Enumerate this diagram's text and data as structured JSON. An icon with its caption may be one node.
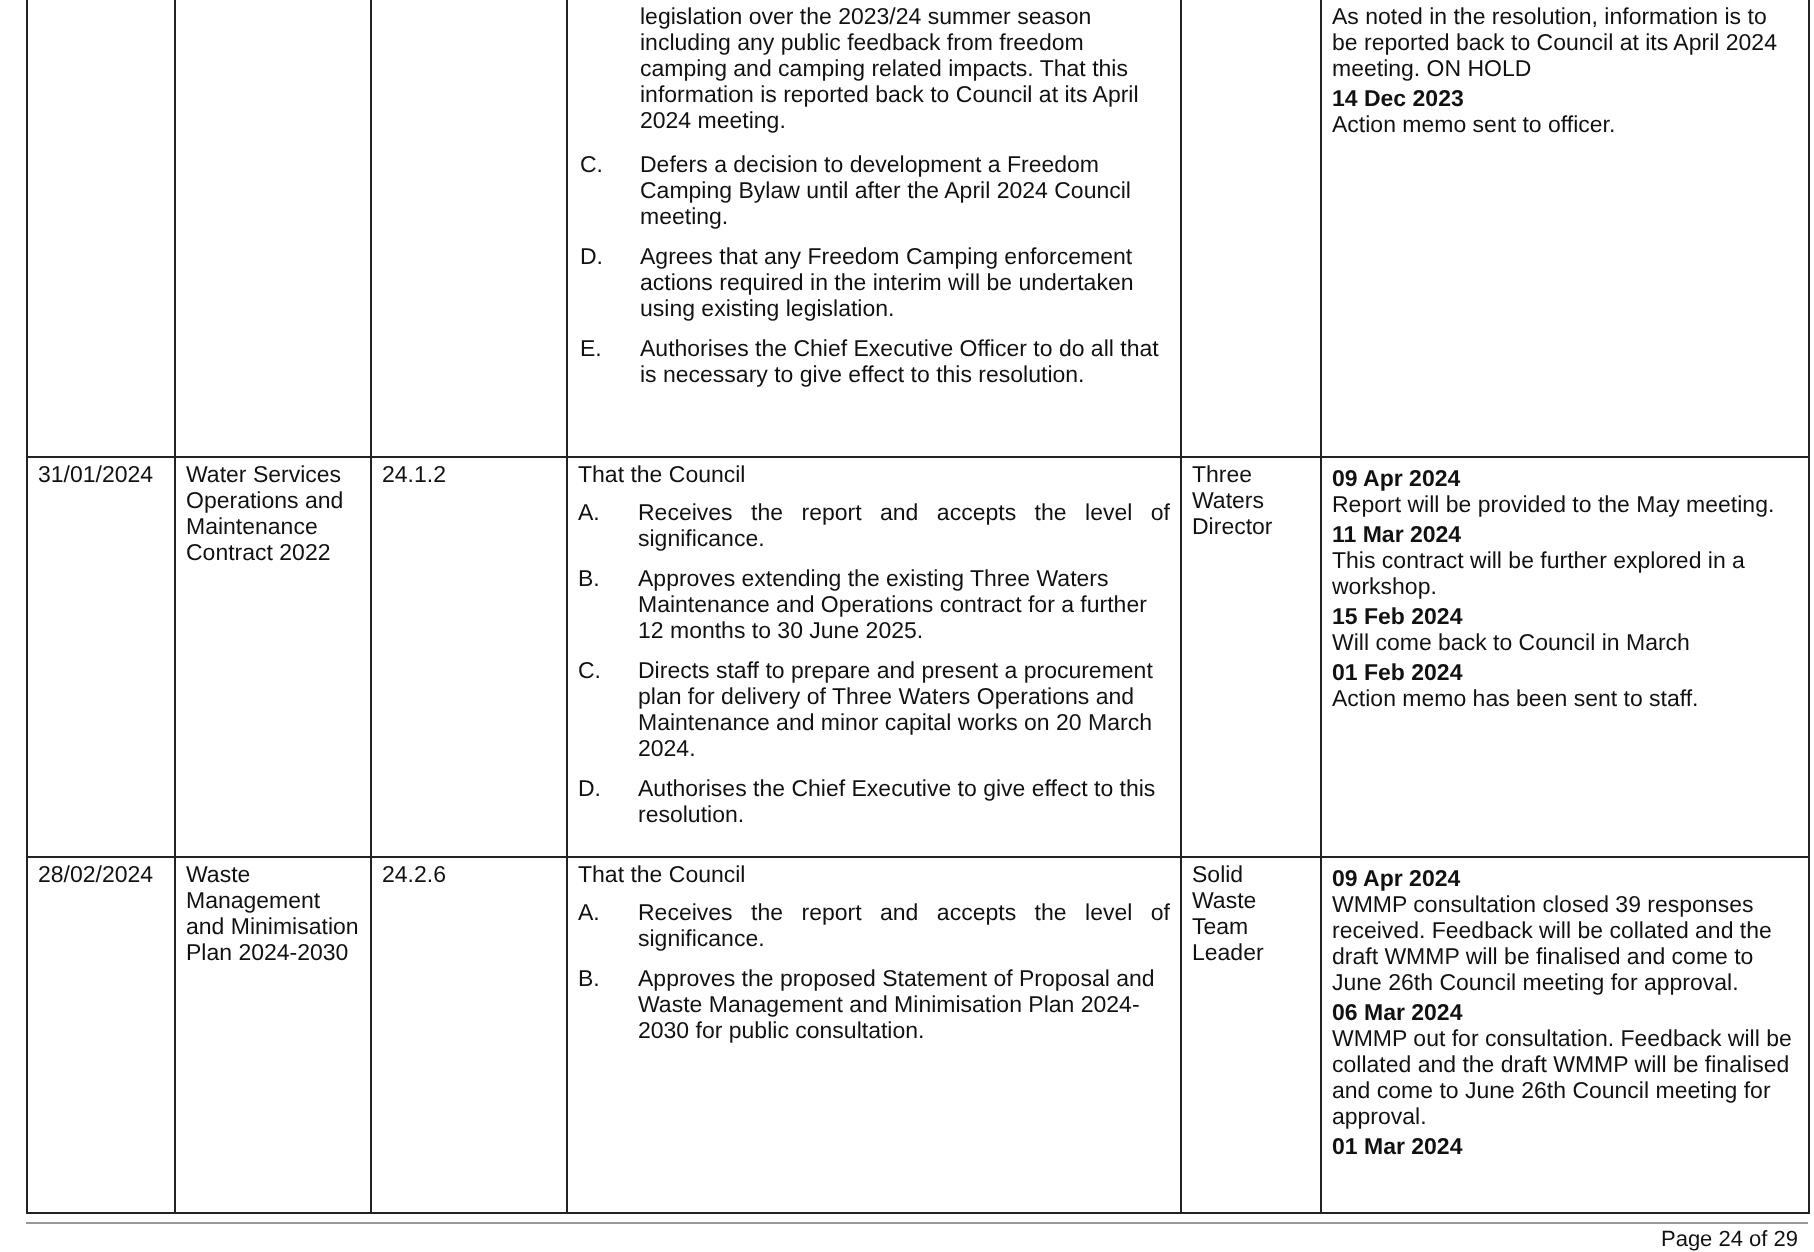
{
  "diagram": {
    "labels": [
      "legislation over the 2023/24 summer season including any public feedback from freedom camping and camping related impacts. That this information is reported back to Council at its April 2024 meeting.",
      "C.",
      "Defers a decision to development a Freedom Camping Bylaw until after the April 2024 Council meeting.",
      "D.",
      "Agrees that any Freedom Camping enforcement actions required in the interim will be undertaken using existing legislation.",
      "E.",
      "Authorises the Chief Executive Officer to do all that is necessary to give effect to this resolution.",
      "As noted in the resolution, information is to be reported back to Council at its April 2024 meeting. ON HOLD",
      "14 Dec 2023",
      "Action memo sent to officer.",
      "31/01/2024",
      "Water Services Operations and Maintenance Contract 2022",
      "24.1.2",
      "That the Council",
      "A.",
      "Receives the report and accepts the level of significance.",
      "B.",
      "Approves extending the existing Three Waters Maintenance and Operations contract for a further 12 months to 30 June 2025.",
      "C.",
      "Directs staff to prepare and present a procurement plan for delivery of Three Waters Operations and Maintenance and minor capital works on 20 March 2024.",
      "D.",
      "Authorises the Chief Executive to give effect to this resolution.",
      "Three Waters Director",
      "09 Apr 2024",
      "Report will be provided to the May meeting.",
      "11 Mar 2024",
      "This contract will be further explored in a workshop.",
      "15 Feb 2024",
      "Will come back to Council in March",
      "01 Feb 2024",
      "Action memo has been sent to staff.",
      "28/02/2024",
      "Waste Management and Minimisation Plan 2024-2030",
      "24.2.6",
      "That the Council",
      "A.",
      "Receives the report and accepts the level of significance.",
      "B.",
      "Approves the proposed Statement of Proposal and Waste Management and Minimisation Plan 2024-2030 for public consultation.",
      "Solid Waste Team Leader",
      "09 Apr 2024",
      "WMMP consultation closed 39 responses received. Feedback will be collated and the draft WMMP will be finalised and come to June 26th Council meeting for approval.",
      "06 Mar 2024",
      "WMMP out for consultation. Feedback will be collated and the draft WMMP will be finalised and come to June 26th Council meeting for approval.",
      "01 Mar 2024",
      "Page 24 of 29"
    ]
  }
}
